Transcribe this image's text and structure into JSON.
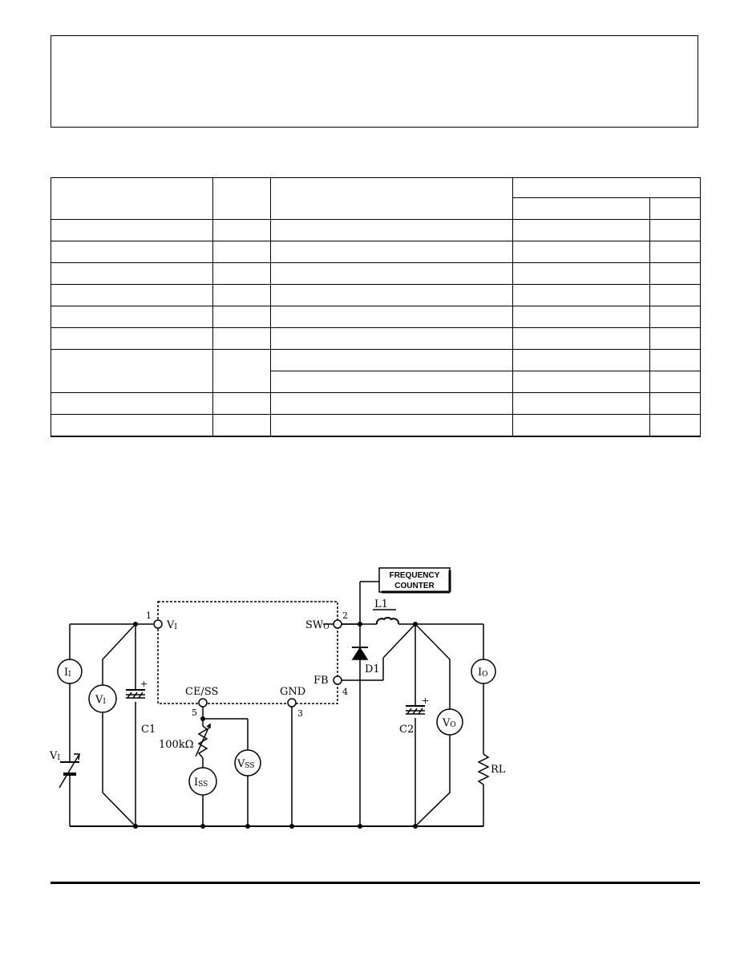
{
  "circuit": {
    "frequency_counter": [
      "FREQUENCY",
      "COUNTER"
    ],
    "pins": {
      "vi": {
        "num": "1",
        "label": "V",
        "sub": "I"
      },
      "swo": {
        "num": "2",
        "label": "SW",
        "sub": "O"
      },
      "gnd": {
        "num": "3",
        "label": "GND"
      },
      "fb": {
        "num": "4",
        "label": "FB"
      },
      "ce_ss": {
        "num": "5",
        "label": "CE/SS"
      }
    },
    "components": {
      "l1": "L1",
      "d1": "D1",
      "c1": "C1",
      "c2": "C2",
      "rl": "RL",
      "resistor": "100kΩ",
      "supply": {
        "label": "V",
        "sub": "I"
      }
    },
    "meters": {
      "ii": {
        "label": "I",
        "sub": "I"
      },
      "vi": {
        "label": "V",
        "sub": "I"
      },
      "iss": {
        "label": "I",
        "sub": "SS"
      },
      "vss": {
        "label": "V",
        "sub": "SS"
      },
      "io": {
        "label": "I",
        "sub": "O"
      },
      "vo": {
        "label": "V",
        "sub": "O"
      }
    },
    "polarity": "+"
  }
}
